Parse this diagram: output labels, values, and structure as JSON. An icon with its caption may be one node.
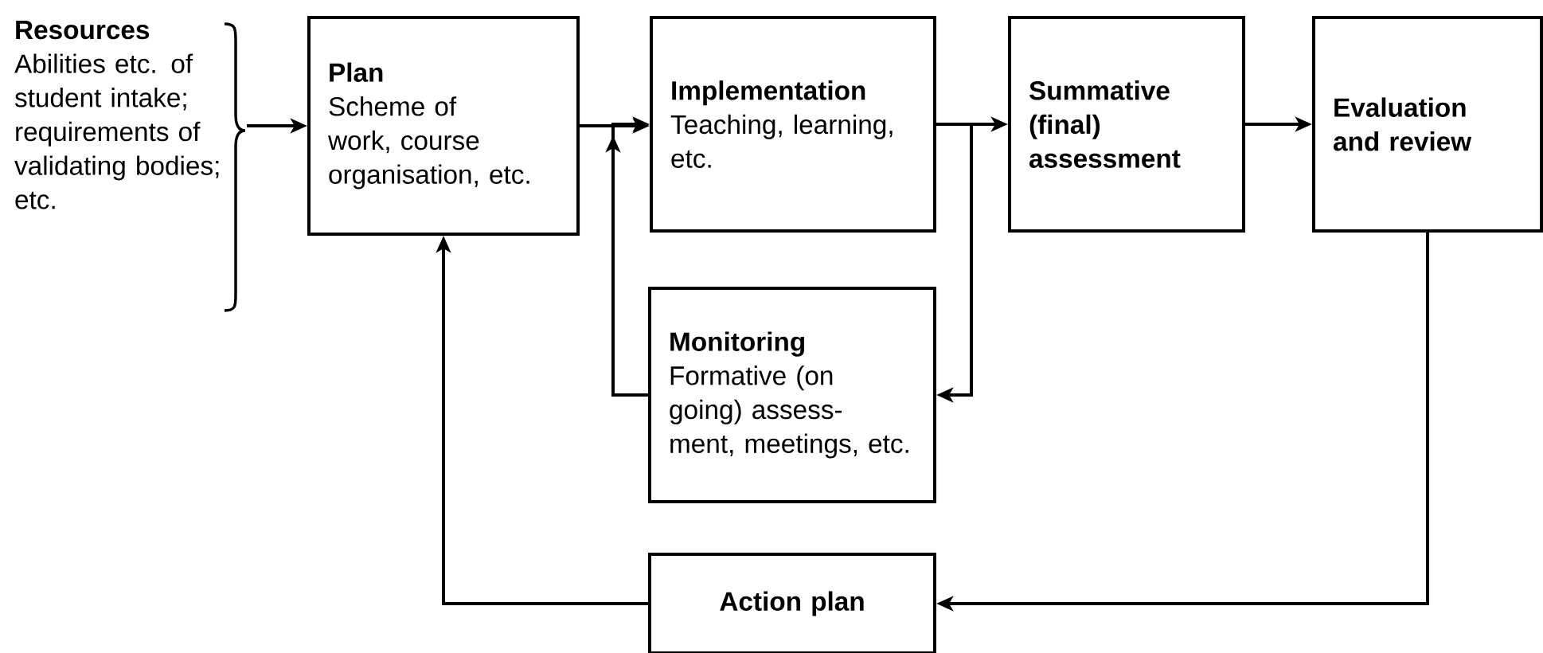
{
  "diagram": {
    "nodes": [
      {
        "text": [
          "Resources",
          "Abilities etc. of student intake; requirements of validating bodies; etc."
        ]
      },
      {
        "text": [
          "Plan",
          "Scheme of work, course organisation, etc."
        ]
      },
      {
        "text": [
          "Implementation",
          "Teaching, learning, etc."
        ]
      },
      {
        "text": [
          "Summative (final) assessment"
        ]
      },
      {
        "text": [
          "Evaluation and review"
        ]
      },
      {
        "text": [
          "Monitoring",
          "Formative (on going) assess- ment, meetings, etc."
        ]
      },
      {
        "text": [
          "Action plan"
        ]
      }
    ],
    "edges": [
      {
        "from": 0,
        "to": 1,
        "arrow": "to"
      },
      {
        "from": 1,
        "to": 2,
        "arrow": "to"
      },
      {
        "from": 2,
        "to": 3,
        "arrow": "to"
      },
      {
        "from": 2,
        "to": 5,
        "arrow": "to"
      },
      {
        "from": 5,
        "to": 2,
        "arrow": "to"
      },
      {
        "from": 3,
        "to": 4,
        "arrow": "to"
      },
      {
        "from": 4,
        "to": 6,
        "arrow": "to"
      },
      {
        "from": 6,
        "to": 1,
        "arrow": "to"
      }
    ]
  }
}
